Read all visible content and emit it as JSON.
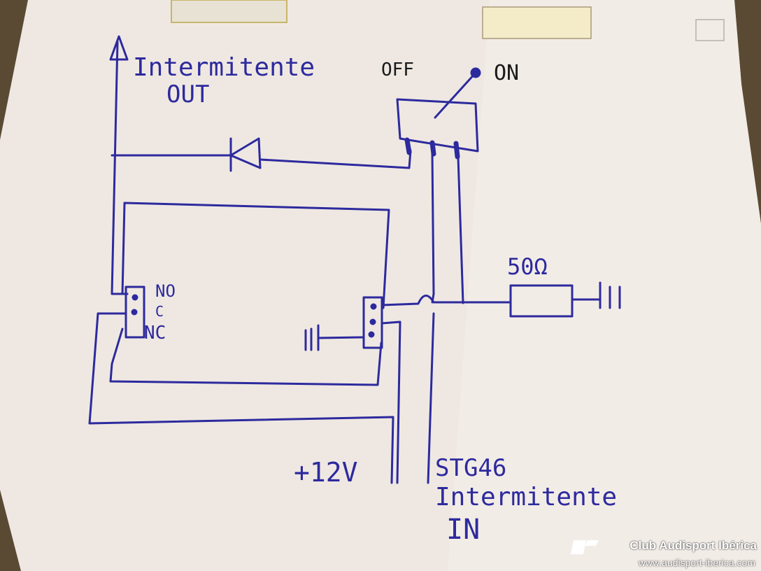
{
  "diagram": {
    "label_out": [
      "Intermitente",
      "OUT"
    ],
    "switch_off": "OFF",
    "switch_on": "ON",
    "relay_pins": [
      "NO",
      "C",
      "NC"
    ],
    "resistor": "50Ω",
    "supply": "+12V",
    "input": [
      "STG46",
      "Intermitente",
      "IN"
    ]
  },
  "watermark": {
    "title": "Club Audisport Ibérica",
    "url": "www.audisport-iberica.com"
  },
  "colors": {
    "ink": "#2d2a9e",
    "paper": "#f2ece6",
    "background": "#5a4a34"
  }
}
